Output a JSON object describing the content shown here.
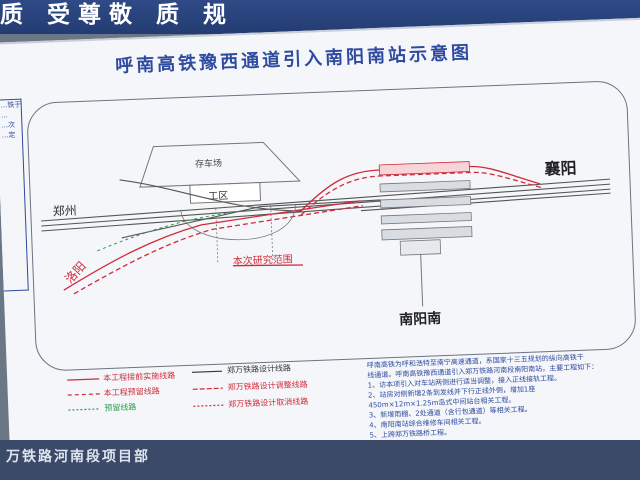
{
  "banner": {
    "text": "质  受尊敬  质  规"
  },
  "diagram": {
    "title": "呼南高铁豫西通道引入南阳南站示意图",
    "panel_lines": [
      "...铁于",
      "...",
      "...次",
      "...定"
    ],
    "labels": {
      "zhengzhou": "郑州",
      "luoyang": "洛阳",
      "xiangyang": "襄阳",
      "nanyangnan": "南阳南",
      "storage_yard": "存车场",
      "work_area": "工区",
      "study_scope": "本次研究范围"
    },
    "legend": [
      {
        "text": "本工程接前实施线路",
        "color": "#d12a3a"
      },
      {
        "text": "本工程预留线路",
        "color": "#d12a3a"
      },
      {
        "text": "预留线路",
        "color": "#2e9a4a"
      },
      {
        "text": "郑万铁路设计线路",
        "color": "#333333"
      },
      {
        "text": "郑万铁路设计调整线路",
        "color": "#d12a3a"
      },
      {
        "text": "郑万铁路设计取消线路",
        "color": "#d12a3a"
      }
    ],
    "notes": [
      "呼南高铁为呼和浩特至南宁高速通道，系国家十三五规划的纵向高铁干",
      "线通道。呼南高铁豫西通道引入郑万铁路河南段南阳南站，主要工程如下：",
      "1、访本项引入对车站两侧进行适当调整，接入正线接轨工程。",
      "2、站房对侧新增2条到发线并下行正线外侧，增加1座",
      "450m×12m×1.25m岛式中间站台相关工程。",
      "3、新增雨棚、2处通道（含行包通道）等相关工程。",
      "4、南阳南站综合维修车间相关工程。",
      "5、上跨郑万铁路桥工程。"
    ]
  },
  "footer": {
    "text": "万铁路河南段项目部"
  },
  "colors": {
    "title": "#2f4ba0",
    "red_line": "#d12a3a",
    "green_line": "#2e9a4a",
    "banner": "#2a4280"
  }
}
